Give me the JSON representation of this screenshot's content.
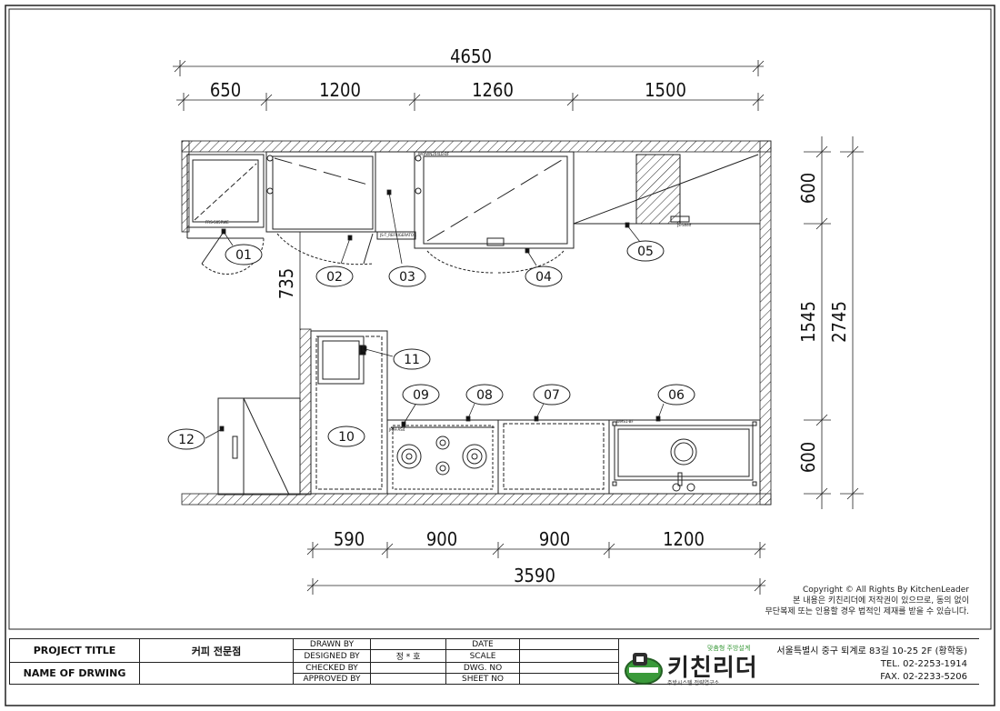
{
  "dimensions": {
    "top_total": "4650",
    "top_segments": [
      "650",
      "1200",
      "1260",
      "1500"
    ],
    "bottom_segments": [
      "590",
      "900",
      "900",
      "1200"
    ],
    "bottom_total": "3590",
    "right_segments": [
      "600",
      "1545",
      "600"
    ],
    "right_total": "2745",
    "left_aisle": "735"
  },
  "equipment_tags": [
    "01",
    "02",
    "03",
    "04",
    "05",
    "06",
    "07",
    "08",
    "09",
    "10",
    "11",
    "12"
  ],
  "small_labels": {
    "fridge1": "FRS-505RWE",
    "fridge2": "JS-T_REFRIGERATOR",
    "table1": "WOJWN204LB-BF",
    "shelf": "JS-Shelf",
    "sink": "WMS1-BF",
    "burner": "JRJH-AS4"
  },
  "copyright": {
    "line1": "Copyright © All Rights By KitchenLeader",
    "line2": "본 내용은 키친리더에 저작권이 있으므로, 동의 없이",
    "line3": "무단복제 또는 인용할 경우 법적인 제재를 받을 수 있습니다."
  },
  "title_block": {
    "project_title_label": "PROJECT TITLE",
    "project_title_value": "커피 전문점",
    "drawing_name_label": "NAME OF DRWING",
    "drawn_by": "DRAWN BY",
    "designed_by": "DESIGNED BY",
    "designer": "정 * 호",
    "checked_by": "CHECKED BY",
    "approved_by": "APPROVED BY",
    "date": "DATE",
    "scale": "SCALE",
    "dwg_no": "DWG. NO",
    "sheet_no": "SHEET NO"
  },
  "brand": {
    "name": "키친리더",
    "tagline": "맞춤형 주방설계",
    "subtitle": "주방시스템 전략연구소"
  },
  "address": {
    "line1": "서울특별시 중구 퇴계로 83길 10-25 2F (황학동)",
    "line2": "TEL. 02-2253-1914",
    "line3": "FAX. 02-2233-5206"
  },
  "colors": {
    "ink": "#111111",
    "brand_green": "#3a9a3a"
  }
}
